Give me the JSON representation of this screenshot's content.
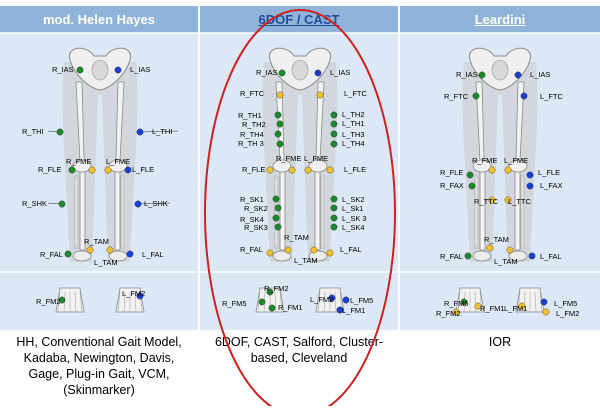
{
  "columns": [
    {
      "id": "hh",
      "header": "mod. Helen Hayes",
      "caption": [
        "HH, Conventional Gait Model,",
        "Kadaba, Newington, Davis,",
        "Gage, Plug-in Gait, VCM,",
        "(Skinmarker)"
      ],
      "labels": [
        "R_IAS",
        "L_IAS",
        "R_THI",
        "L_THI",
        "R_FME",
        "L_FME",
        "R_FLE",
        "L_FLE",
        "R_SHK",
        "L_SHK",
        "R_TAM",
        "R_FAL",
        "L_TAM",
        "L_FAL",
        "R_FM2",
        "L_FM2"
      ]
    },
    {
      "id": "6dof",
      "header": "6DOF / CAST",
      "caption": [
        "6DOF, CAST, Salford, Cluster-",
        "based, Cleveland"
      ],
      "labels": [
        "R_IAS",
        "L_IAS",
        "R_FTC",
        "L_FTC",
        "R_TH1",
        "R_TH2",
        "R_TH4",
        "R_TH 3",
        "L_TH2",
        "L_TH1",
        "L_TH3",
        "L_TH4",
        "R_FME",
        "L_FME",
        "R_FLE",
        "L_FLE",
        "R_SK1",
        "R_SK2",
        "R_SK4",
        "R_SK3",
        "L_SK2",
        "L_Sk1",
        "L_SK 3",
        "L_SK4",
        "R_TAM",
        "R_FAL",
        "L_TAM",
        "L_FAL",
        "R_FM2",
        "R_FM5",
        "R_FM1",
        "L_FM2",
        "L_FM5",
        "L_FM1"
      ]
    },
    {
      "id": "leardini",
      "header": "Leardini",
      "caption": [
        "IOR"
      ],
      "labels": [
        "R_IAS",
        "L_IAS",
        "R_FTC",
        "L_FTC",
        "R_FME",
        "L_FME",
        "R_FLE",
        "R_FAX",
        "L_FLE",
        "L_FAX",
        "R_TTC",
        "L_TTC",
        "R_TAM",
        "R_FAL",
        "L_TAM",
        "L_FAL",
        "R_FM5",
        "R_FM2",
        "R_FM1",
        "L_FM1",
        "L_FM5",
        "L_FM2"
      ]
    }
  ],
  "colors": {
    "right": "#1a8a2a",
    "left": "#1a3fd0",
    "knee": "#f2c12e",
    "oval": "#d02020",
    "header_bg": "#8fb3d9",
    "panel_bg": "#dce8f5"
  }
}
